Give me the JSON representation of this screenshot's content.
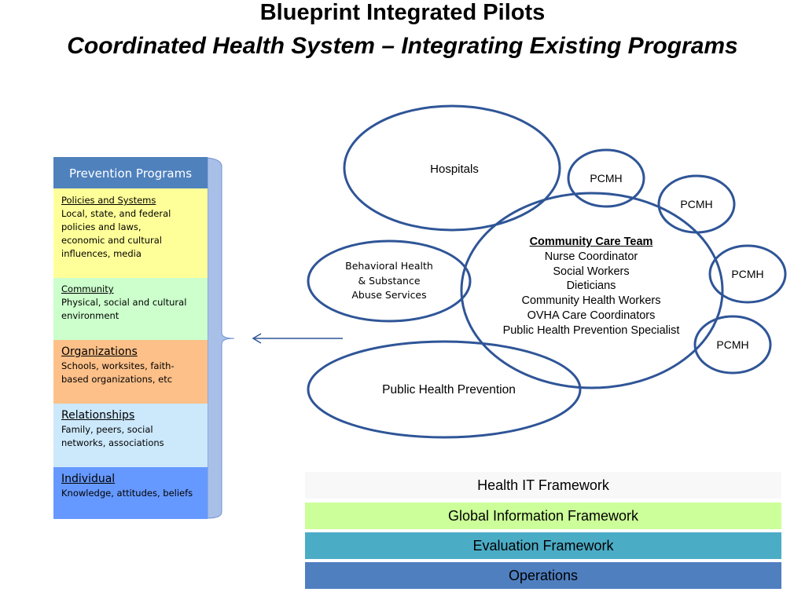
{
  "title": {
    "line1": "Blueprint Integrated Pilots",
    "line2": "Coordinated Health System – Integrating Existing Programs"
  },
  "prevention": {
    "header": "Prevention Programs",
    "levels": [
      {
        "heading": "Policies and Systems",
        "text": "Local, state, and federal\npolicies and laws,\n economic and cultural\ninfluences, media",
        "color": "#ffff99"
      },
      {
        "heading": "Community",
        "text": "Physical, social and cultural\nenvironment",
        "color": "#ccffcc"
      },
      {
        "heading": "Organizations",
        "text": "Schools, worksites, faith-\nbased organizations, etc",
        "color": "#fdc089"
      },
      {
        "heading": "Relationships",
        "text": "Family, peers, social\nnetworks, associations",
        "color": "#cce8fb"
      },
      {
        "heading": "Individual",
        "text": "Knowledge, attitudes, beliefs",
        "color": "#6699ff"
      }
    ]
  },
  "circles": {
    "hospitals": "Hospitals",
    "behavioral_line1": "Behavioral Health",
    "behavioral_line2": "& Substance",
    "behavioral_line3": "Abuse Services",
    "public_health": "Public Health Prevention",
    "pcmh": [
      "PCMH",
      "PCMH",
      "PCMH",
      "PCMH"
    ],
    "cct_title": "Community Care Team",
    "cct_members": [
      "Nurse Coordinator",
      "Social Workers",
      "Dieticians",
      "Community Health Workers",
      "OVHA Care Coordinators",
      "Public Health Prevention Specialist"
    ]
  },
  "frameworks": [
    "Health IT Framework",
    "Global Information Framework",
    "Evaluation Framework",
    "Operations"
  ],
  "colors": {
    "outline": "#2f5597",
    "header": "#4f81bd",
    "bracket": "#a8c0e8"
  }
}
